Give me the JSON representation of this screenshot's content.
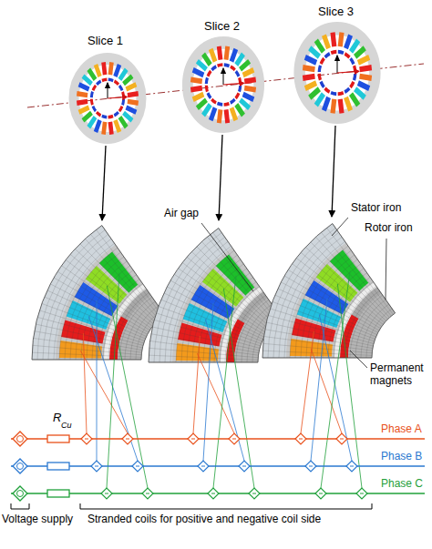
{
  "diagram": {
    "labels": [
      "Slice 1",
      "Slice 2",
      "Slice 3",
      "Air gap",
      "Stator iron",
      "Rotor iron",
      "Permanent magnets",
      "R",
      "Cu",
      "Phase A",
      "Phase B",
      "Phase C",
      "Voltage supply",
      "Stranded coils for positive and negative coil side"
    ]
  }
}
